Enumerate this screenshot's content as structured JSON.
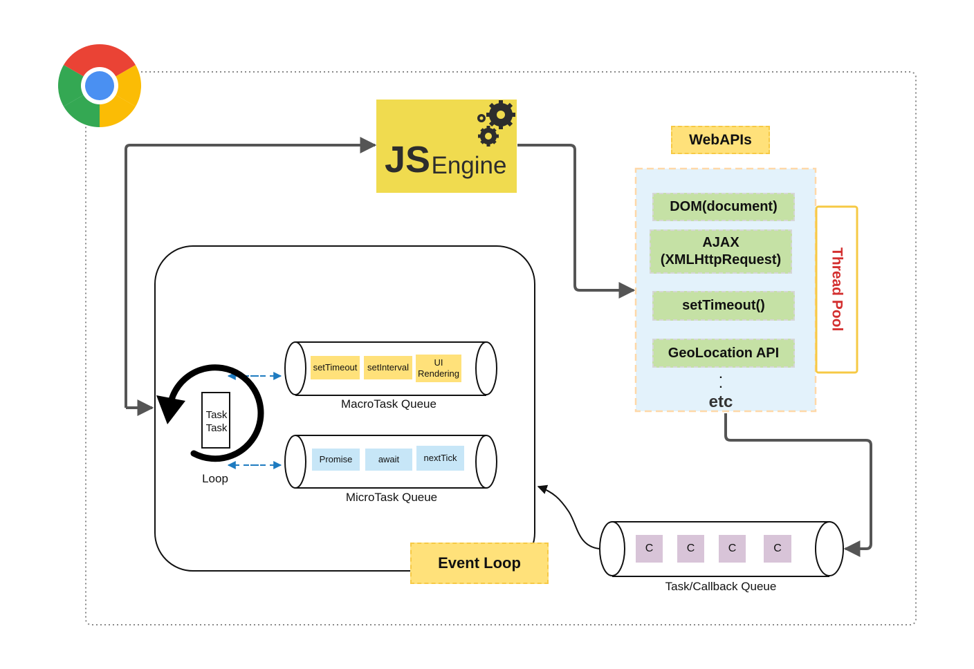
{
  "js_engine": {
    "logo": "JS",
    "label": "Engine"
  },
  "webapis": {
    "title": "WebAPIs",
    "items": [
      "DOM(document)",
      "AJAX\n(XMLHttpRequest)",
      "setTimeout()",
      "GeoLocation API"
    ],
    "dots": ".\n.",
    "etc": "etc",
    "thread_pool": "Thread Pool"
  },
  "event_loop": {
    "title": "Event Loop",
    "loop_label": "Loop",
    "task_lines": [
      "Task",
      "Task"
    ]
  },
  "macrotask_queue": {
    "label": "MacroTask Queue",
    "items": [
      "setTimeout",
      "setInterval",
      "UI\nRendering"
    ]
  },
  "microtask_queue": {
    "label": "MicroTask Queue",
    "items": [
      "Promise",
      "await",
      "nextTick"
    ]
  },
  "callback_queue": {
    "label": "Task/Callback Queue",
    "items": [
      "C",
      "C",
      "C",
      "C"
    ]
  },
  "colors": {
    "js_yellow": "#f0db4f",
    "chip_yellow": "#ffe17a",
    "chip_blue": "#c7e6f7",
    "chip_purple": "#d8c4d8",
    "api_green": "#c5e1a5",
    "webapi_bg": "#e3f2fb",
    "thread_pool_text": "#d32f2f",
    "arrow_gray": "#555555",
    "dashed_blue": "#1e7bc0"
  },
  "icons": [
    "chrome-logo-icon",
    "gears-icon",
    "loop-arrow-icon"
  ]
}
